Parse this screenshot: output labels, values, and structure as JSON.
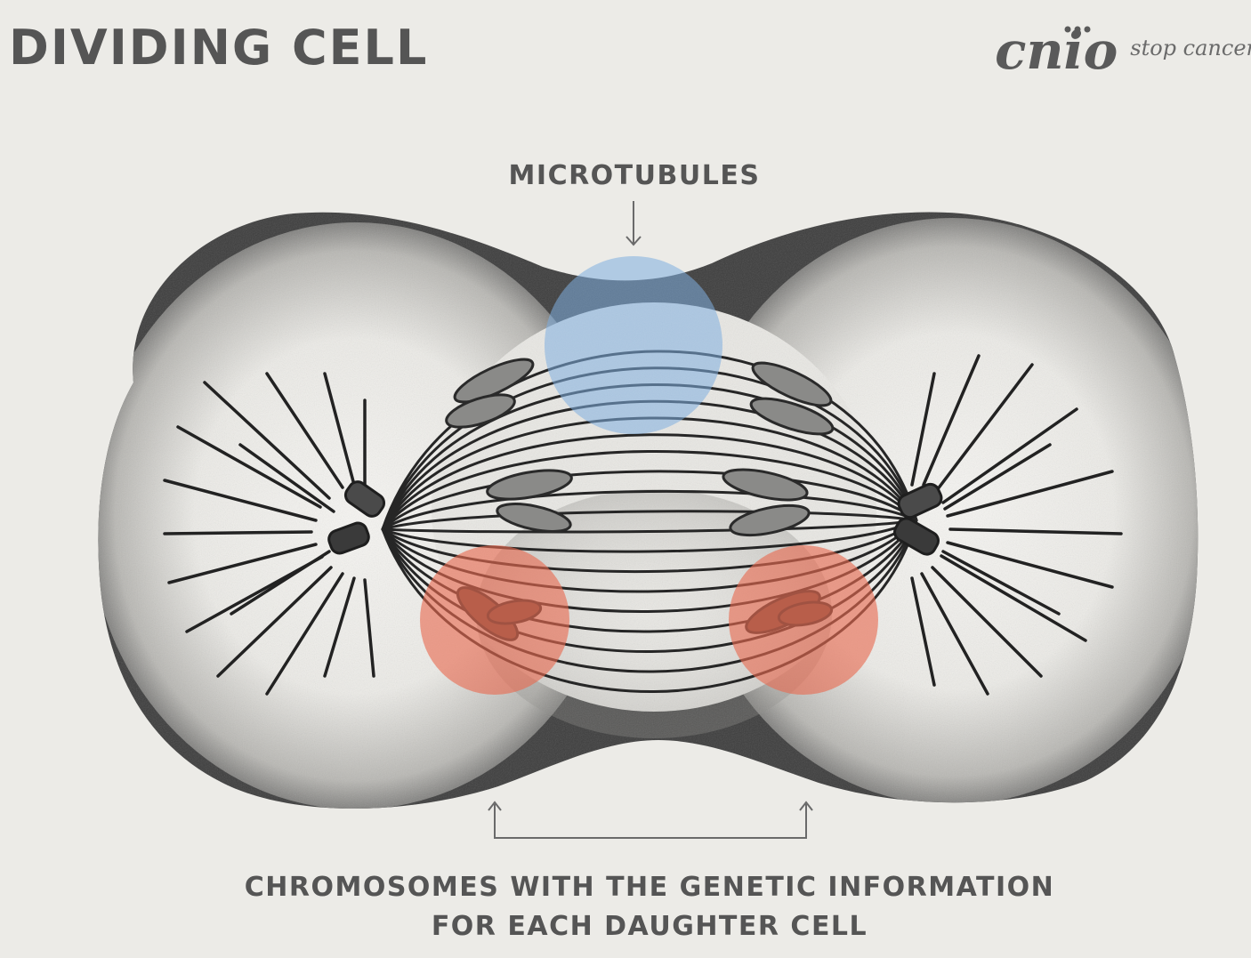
{
  "title": "DIVIDING CELL",
  "logo": {
    "mark": "cnio",
    "tagline": "stop cancer"
  },
  "labels": {
    "microtubules": "MICROTUBULES",
    "chromosomes_line1": "CHROMOSOMES WITH THE GENETIC INFORMATION",
    "chromosomes_line2": "FOR EACH DAUGHTER CELL"
  },
  "colors": {
    "background": "#ecebe7",
    "text": "#555555",
    "microtubules_highlight": "#7faee0",
    "chromosome_highlight": "#e86b50",
    "cell_ink": "#2b2b2b"
  }
}
